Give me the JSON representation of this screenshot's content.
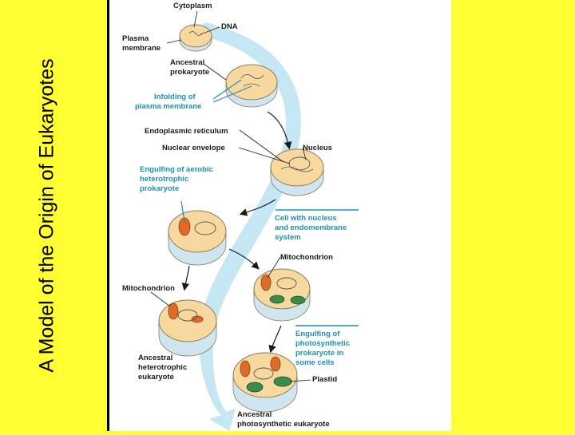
{
  "slide": {
    "title": "A Model of the Origin of Eukaryotes"
  },
  "diagram": {
    "labels": {
      "cytoplasm": "Cytoplasm",
      "dna": "DNA",
      "plasma_membrane": [
        "Plasma",
        "membrane"
      ],
      "ancestral_prokaryote": [
        "Ancestral",
        "prokaryote"
      ],
      "infolding": [
        "Infolding of",
        "plasma membrane"
      ],
      "er": "Endoplasmic reticulum",
      "nuclear_envelope": "Nuclear envelope",
      "nucleus": "Nucleus",
      "engulfing_aerobic": [
        "Engulfing of aerobic",
        "heterotrophic",
        "prokaryote"
      ],
      "cell_endomembrane": [
        "Cell with nucleus",
        "and endomembrane",
        "system"
      ],
      "mitochondrion_right": "Mitochondrion",
      "mitochondrion_left": "Mitochondrion",
      "engulfing_photo": [
        "Engulfing of",
        "photosynthetic",
        "prokaryote in",
        "some cells"
      ],
      "ancestral_hetero": [
        "Ancestral",
        "heterotrophic",
        "eukaryote"
      ],
      "plastid": "Plastid",
      "ancestral_photo": [
        "Ancestral",
        "photosynthetic eukaryote"
      ]
    },
    "colors": {
      "background": "#ffff33",
      "panel": "#ffffff",
      "cytoplasm": "#f7d9a0",
      "membrane_shade": "#cfe6f0",
      "flow_arrow": "#bfe3f2",
      "mitochondrion": "#e06a28",
      "plastid": "#3a8a4a",
      "callout_blue": "#1f8fb3"
    }
  }
}
